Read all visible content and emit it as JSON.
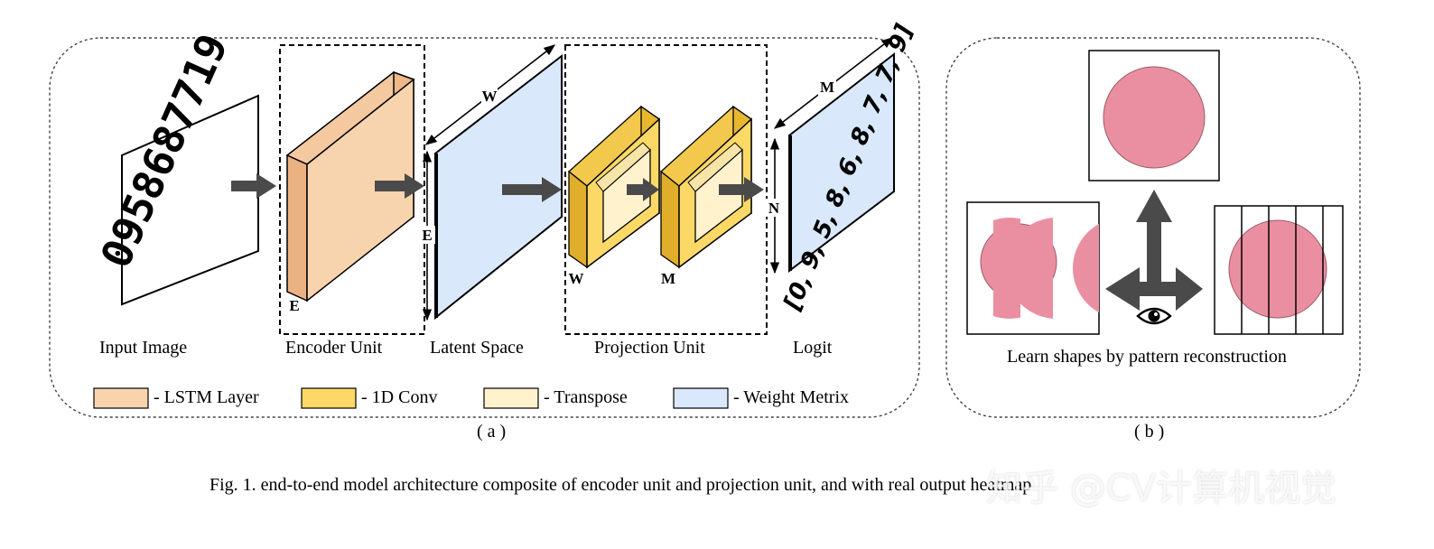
{
  "panel_a": {
    "input_image_text": "0958687719",
    "labels": {
      "input_image": "Input Image",
      "encoder_unit": "Encoder Unit",
      "latent_space": "Latent Space",
      "projection_unit": "Projection Unit",
      "logit": "Logit"
    },
    "dims": {
      "w1": "W",
      "e1": "E",
      "e2": "E",
      "w2": "W",
      "m1": "M",
      "m2": "M",
      "n1": "N"
    },
    "logit_output": "[0, 9, 5, 8, 6, 8, 7, 7, 9]",
    "legend": [
      {
        "label": "- LSTM Layer",
        "color": "#f8d4ae"
      },
      {
        "label": "- 1D Conv",
        "color": "#fcd966"
      },
      {
        "label": "- Transpose",
        "color": "#fff2cc"
      },
      {
        "label": "- Weight Metrix",
        "color": "#dae8fc"
      }
    ],
    "sublabel": "( a )"
  },
  "panel_b": {
    "caption": "Learn shapes by pattern reconstruction",
    "sublabel": "( b )",
    "circle_color": "#ea8fa1"
  },
  "figure_caption": "Fig. 1.  end-to-end model architecture composite of encoder unit and projection unit, and with real output heatmap",
  "watermark": "知乎 @CV计算机视觉"
}
